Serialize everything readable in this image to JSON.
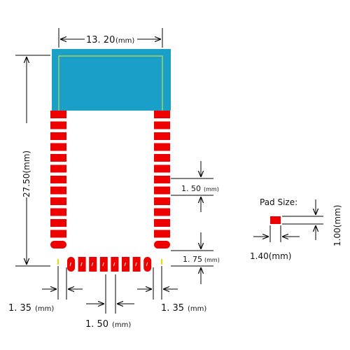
{
  "dimensions": {
    "module_width": "13. 20",
    "module_width_unit": "(mm)",
    "module_height": "27.50",
    "module_height_unit": "(mm)",
    "pin_pitch_side": "1. 50",
    "pin_pitch_side_unit": "(mm)",
    "bottom_clearance": "1. 75",
    "bottom_clearance_unit": "(mm)",
    "edge_left": "1. 35",
    "edge_left_unit": "(mm)",
    "edge_right": "1. 35",
    "edge_right_unit": "(mm)",
    "pin_pitch_bottom": "1. 50",
    "pin_pitch_bottom_unit": "(mm)"
  },
  "pad_legend": {
    "title": "Pad Size:",
    "width": "1.40",
    "width_unit": "(mm)",
    "height": "1.00",
    "height_unit": "(mm)"
  },
  "colors": {
    "antenna": "#1aa0c8",
    "antenna_outline": "#e8e830",
    "pad": "#ee0000",
    "pad_mark": "#ffffff",
    "pin_yellow": "#e8d800",
    "line": "#000000"
  }
}
